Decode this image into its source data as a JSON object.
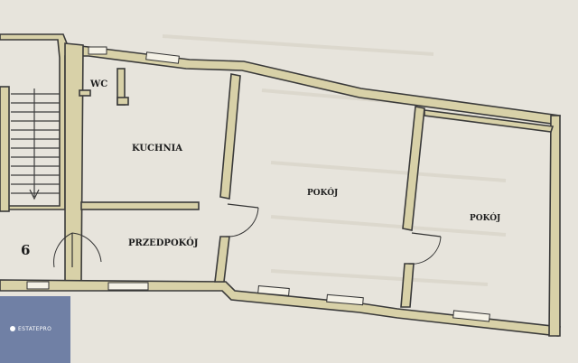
{
  "floor_plan": {
    "rooms": [
      {
        "id": "wc",
        "label": "WC"
      },
      {
        "id": "kuchnia",
        "label": "KUCHNIA"
      },
      {
        "id": "przedpokoj",
        "label": "PRZEDPOKÓJ"
      },
      {
        "id": "pokoj1",
        "label": "POKÓJ"
      },
      {
        "id": "pokoj2",
        "label": "POKÓJ"
      }
    ],
    "stairwell_number": "6"
  },
  "watermark": {
    "text": "ESTATEPRO"
  }
}
